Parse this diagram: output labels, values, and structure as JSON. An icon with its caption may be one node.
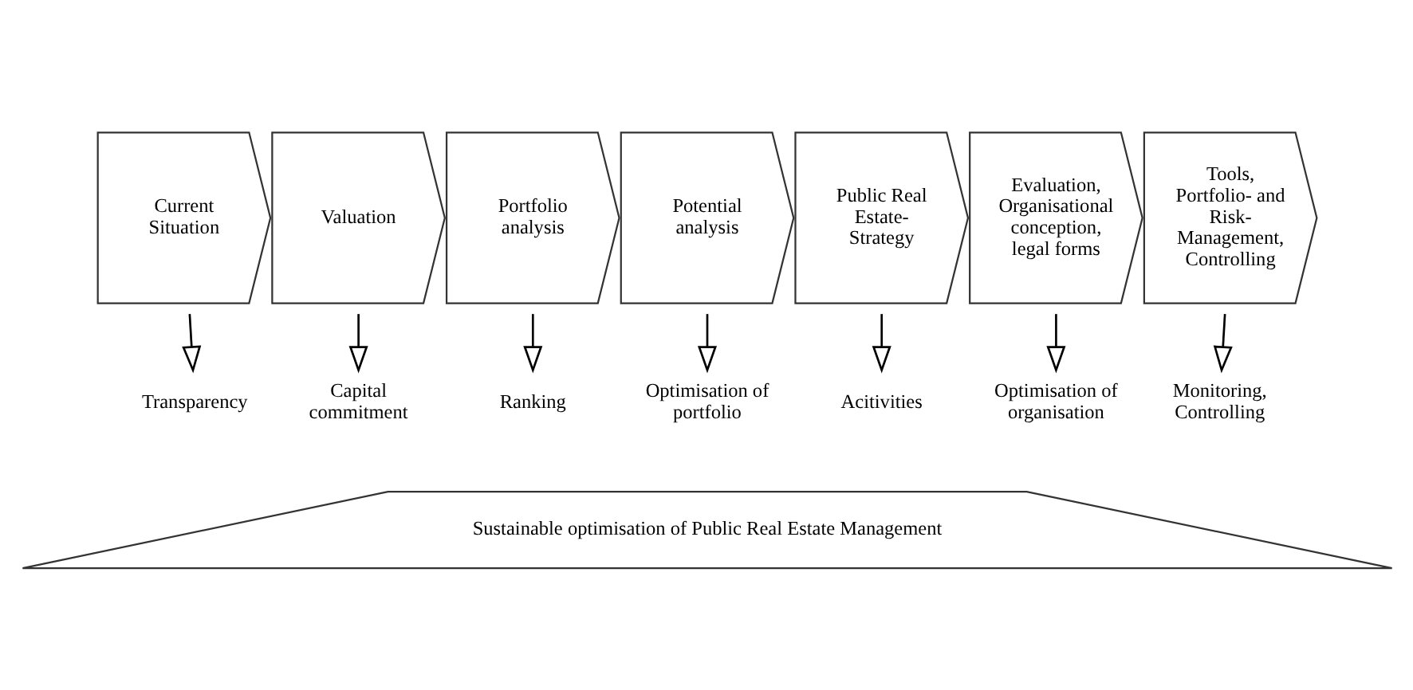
{
  "diagram": {
    "nodes": [
      {
        "text": [
          "Current Situation"
        ]
      },
      {
        "text": [
          "Valuation"
        ]
      },
      {
        "text": [
          "Portfolio analysis"
        ]
      },
      {
        "text": [
          "Potential analysis"
        ]
      },
      {
        "text": [
          "Public Real Estate-Strategy"
        ]
      },
      {
        "text": [
          "Evaluation, Organisational conception, legal forms"
        ]
      },
      {
        "text": [
          "Tools, Portfolio- and Risk-Management, Controlling"
        ]
      },
      {
        "text": [
          "Transparency"
        ]
      },
      {
        "text": [
          "Capital commitment"
        ]
      },
      {
        "text": [
          "Ranking"
        ]
      },
      {
        "text": [
          "Optimisation of portfolio"
        ]
      },
      {
        "text": [
          "Acitivities"
        ]
      },
      {
        "text": [
          "Optimisation of organisation"
        ]
      },
      {
        "text": [
          "Monitoring, Controlling"
        ]
      },
      {
        "text": [
          "Sustainable optimisation of Public Real Estate Management"
        ]
      }
    ],
    "edges": [
      {
        "from": 0,
        "to": 7,
        "arrow": "to"
      },
      {
        "from": 1,
        "to": 8,
        "arrow": "to"
      },
      {
        "from": 2,
        "to": 9,
        "arrow": "to"
      },
      {
        "from": 3,
        "to": 10,
        "arrow": "to"
      },
      {
        "from": 4,
        "to": 11,
        "arrow": "to"
      },
      {
        "from": 5,
        "to": 12,
        "arrow": "to"
      },
      {
        "from": 6,
        "to": 13,
        "arrow": "to"
      }
    ]
  }
}
